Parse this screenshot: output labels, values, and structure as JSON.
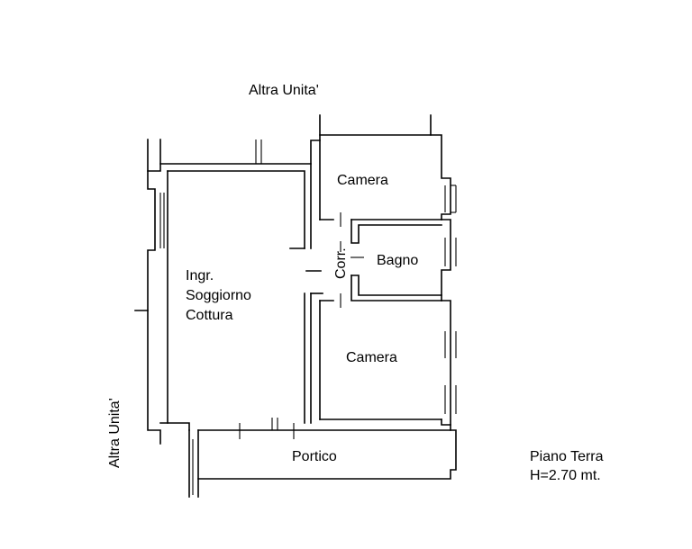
{
  "labels": {
    "neighbor_top": "Altra Unita'",
    "neighbor_left": "Altra Unita'",
    "room_living_line1": "Ingr.",
    "room_living_line2": "Soggiorno",
    "room_living_line3": "Cottura",
    "room_bedroom_top": "Camera",
    "room_bathroom": "Bagno",
    "room_corridor": "Corr.",
    "room_bedroom_bottom": "Camera",
    "room_portico": "Portico",
    "floor_name": "Piano Terra",
    "ceiling_height": "H=2.70 mt."
  },
  "colors": {
    "ink": "#000000",
    "paper": "#ffffff"
  }
}
